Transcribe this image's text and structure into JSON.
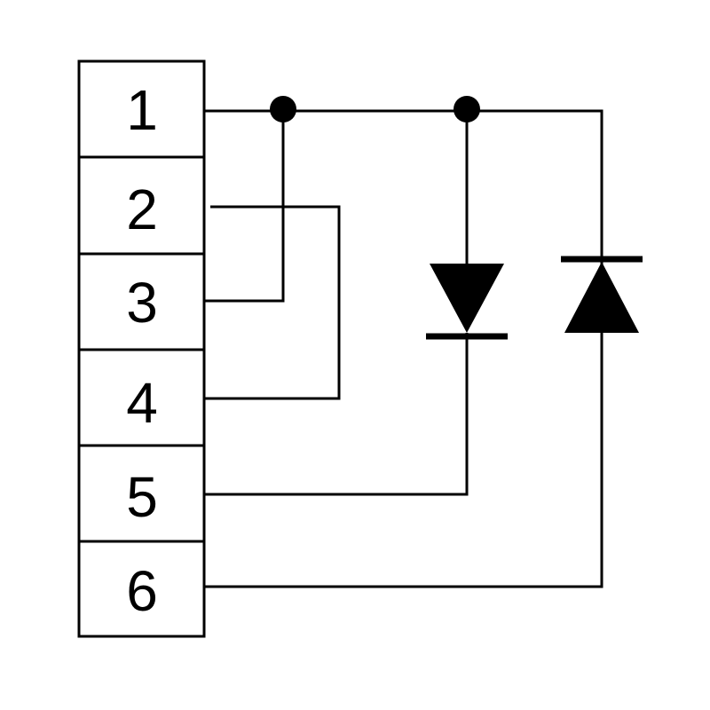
{
  "diagram": {
    "connector": {
      "pins": [
        {
          "label": "1"
        },
        {
          "label": "2"
        },
        {
          "label": "3"
        },
        {
          "label": "4"
        },
        {
          "label": "5"
        },
        {
          "label": "6"
        }
      ]
    },
    "components": [
      {
        "type": "diode",
        "orientation": "anode-up",
        "connects": [
          "1",
          "5"
        ]
      },
      {
        "type": "diode",
        "orientation": "anode-down",
        "connects": [
          "6",
          "1"
        ]
      }
    ],
    "connections": [
      {
        "from": "1",
        "to": "3",
        "junction": true
      },
      {
        "from": "2",
        "to": "4",
        "crossing": true
      }
    ],
    "colors": {
      "line": "#000000",
      "background": "#ffffff"
    }
  }
}
